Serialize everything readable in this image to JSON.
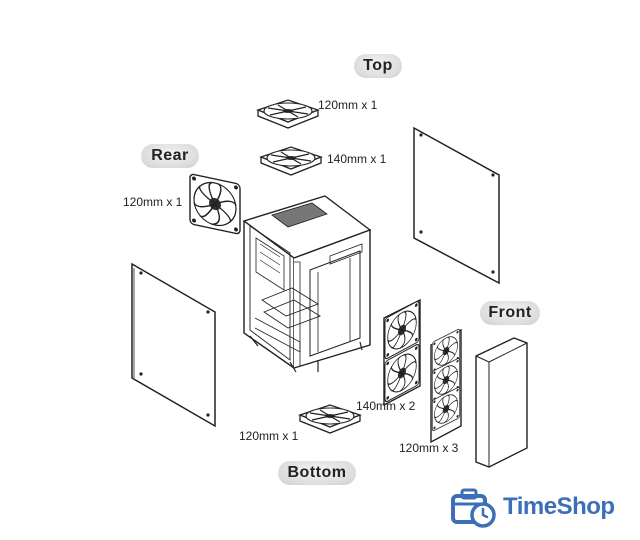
{
  "labels": {
    "top": "Top",
    "rear": "Rear",
    "front": "Front",
    "bottom": "Bottom"
  },
  "fan_specs": {
    "top_120": "120mm x 1",
    "top_140": "140mm x 1",
    "rear_120": "120mm x 1",
    "front_140": "140mm x 2",
    "front_120": "120mm x 3",
    "bottom_120": "120mm x 1"
  },
  "watermark": {
    "brand": "TimeShop",
    "icon": "briefcase-clock-icon",
    "color": "#3d6fb6"
  }
}
